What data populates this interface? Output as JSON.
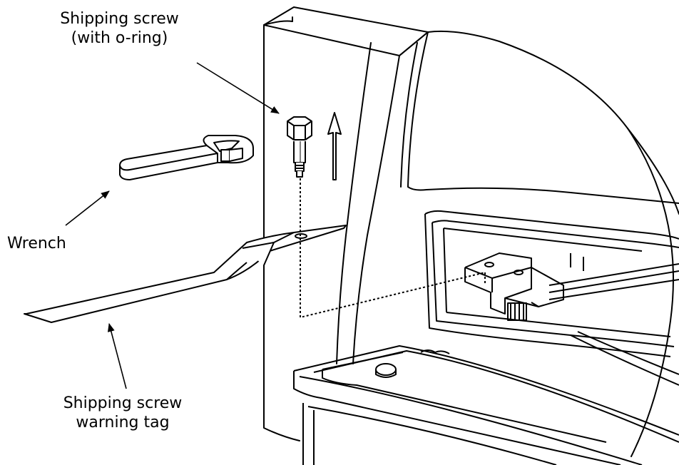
{
  "figure": {
    "ink_color": "#000000",
    "paper_color": "#ffffff",
    "callouts": {
      "shipping_screw": {
        "line1": "Shipping screw",
        "line2": "(with o-ring)"
      },
      "wrench": {
        "line1": "Wrench"
      },
      "warning_tag": {
        "line1": "Shipping screw",
        "line2": "warning tag"
      }
    },
    "icons": [
      "arrow-up-icon",
      "wrench-icon",
      "shipping-screw-icon",
      "warning-tag-icon"
    ]
  }
}
